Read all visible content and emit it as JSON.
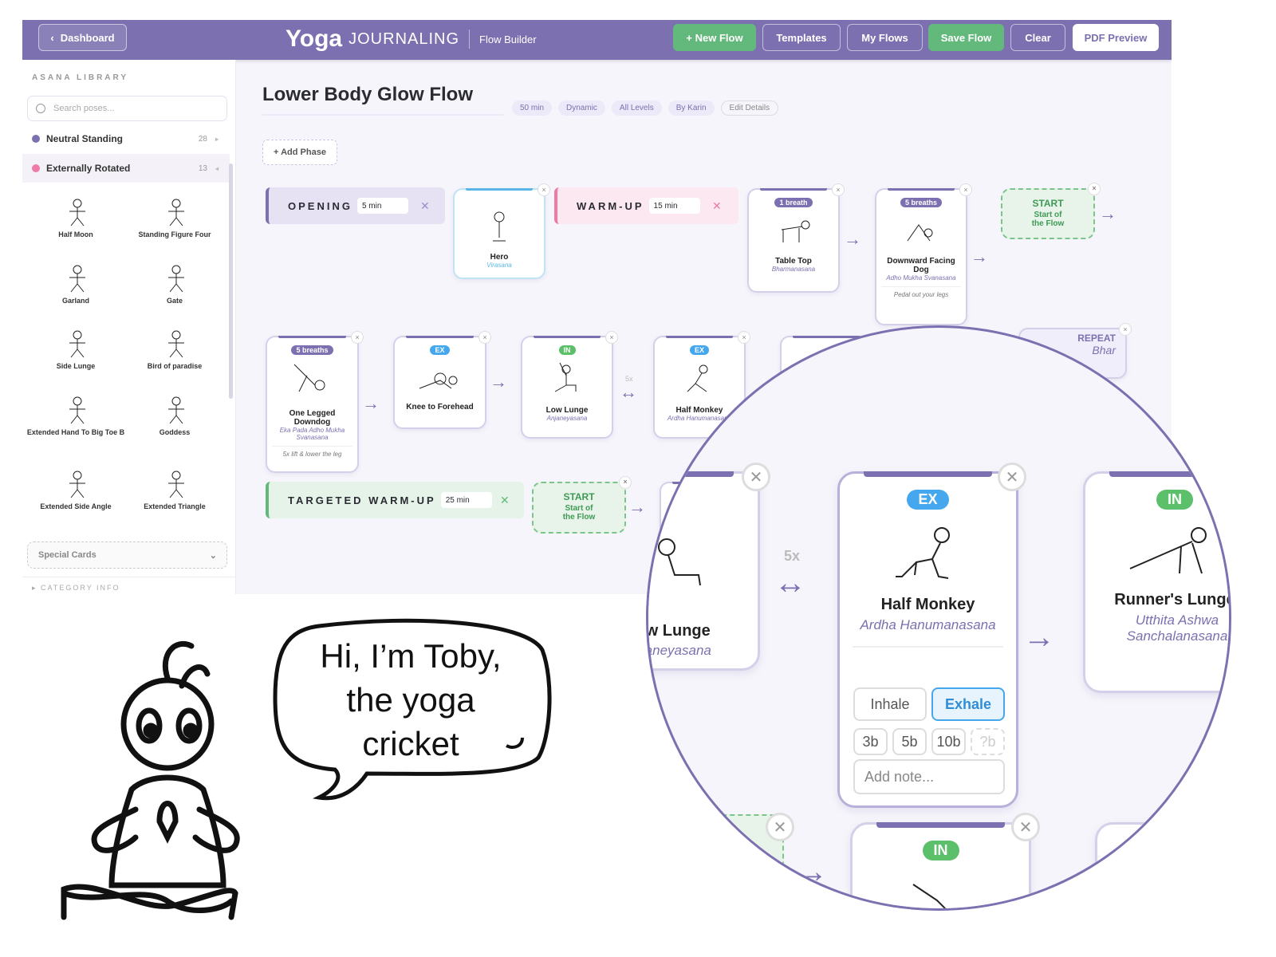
{
  "colors": {
    "brand": "#7C70B0",
    "green": "#63B97B",
    "ex_blue": "#45A8EE",
    "in_green": "#5CBF6A",
    "pink": "#EE7AA8"
  },
  "header": {
    "back_label": "Dashboard",
    "logo": "Yoga",
    "logo_sub": "JOURNALING",
    "section": "Flow Builder",
    "buttons": [
      "+ New Flow",
      "Templates",
      "My Flows",
      "Save Flow",
      "Clear",
      "PDF Preview"
    ]
  },
  "sidebar": {
    "title": "ASANA LIBRARY",
    "search_placeholder": "Search poses...",
    "categories": [
      {
        "name": "Neutral Standing",
        "count": "28",
        "color": "#7C70B0"
      },
      {
        "name": "Externally Rotated",
        "count": "13",
        "color": "#EE7AA8"
      }
    ],
    "poses": [
      "Half Moon",
      "Standing Figure Four",
      "Garland",
      "Gate",
      "Side Lunge",
      "Bird of paradise",
      "Extended Hand To Big Toe B",
      "Goddess",
      "Extended Side Angle",
      "Extended Triangle"
    ],
    "special_cards": "Special Cards",
    "category_info": "CATEGORY INFO"
  },
  "main": {
    "title": "Lower Body Glow Flow",
    "tags": [
      "50 min",
      "Dynamic",
      "All Levels",
      "By Karin"
    ],
    "edit_details": "Edit Details",
    "add_phase": "+ Add Phase"
  },
  "phases": {
    "opening": {
      "label": "OPENING",
      "duration": "5 min"
    },
    "warmup": {
      "label": "WARM-UP",
      "duration": "15 min"
    },
    "targeted": {
      "label": "TARGETED WARM-UP",
      "duration": "25 min"
    }
  },
  "cards": {
    "hero": {
      "title": "Hero",
      "sanskrit": "Virasana"
    },
    "table_top": {
      "badge": "1 breath",
      "title": "Table Top",
      "sanskrit": "Bharmanasana"
    },
    "down_dog": {
      "badge": "5 breaths",
      "title": "Downward Facing Dog",
      "sanskrit": "Adho Mukha Svanasana",
      "note": "Pedal out your legs"
    },
    "start1": {
      "label": "START",
      "sub": "Start of the Flow"
    },
    "one_leg": {
      "badge": "5 breaths",
      "title": "One Legged Downdog",
      "sanskrit": "Eka Pada Adho Mukha Svanasana",
      "note": "5x lift & lower the leg"
    },
    "knee": {
      "badge": "EX",
      "title": "Knee to Forehead"
    },
    "low_lunge": {
      "badge": "IN",
      "title": "Low Lunge",
      "sanskrit": "Anjaneyasana"
    },
    "repeat_5x": "5x",
    "half_monkey": {
      "badge": "EX",
      "title": "Half Monkey",
      "sanskrit": "Ardha Hanumanasana"
    },
    "repeat": {
      "label": "REPEAT",
      "sub": "Bhar"
    },
    "start2": {
      "label": "START",
      "sub": "Start of the Flow"
    }
  },
  "magnifier": {
    "low_lunge": {
      "title": "Low Lunge",
      "sanskrit": "Anjaneyasana"
    },
    "repeat_5x": "5x",
    "half_monkey": {
      "badge": "EX",
      "title": "Half Monkey",
      "sanskrit": "Ardha Hanumanasana",
      "breath": [
        "Inhale",
        "Exhale"
      ],
      "selected_breath": "Exhale",
      "counts": [
        "3b",
        "5b",
        "10b",
        "?b"
      ],
      "note_placeholder": "Add note..."
    },
    "runners_lunge": {
      "badge": "IN",
      "title": "Runner's Lunge",
      "sanskrit": "Utthita Ashwa Sanchalanasana"
    },
    "bottom_card": {
      "badge": "IN"
    }
  },
  "mascot": {
    "speech": [
      "Hi, I’m Toby,",
      "the yoga",
      "cricket"
    ]
  }
}
